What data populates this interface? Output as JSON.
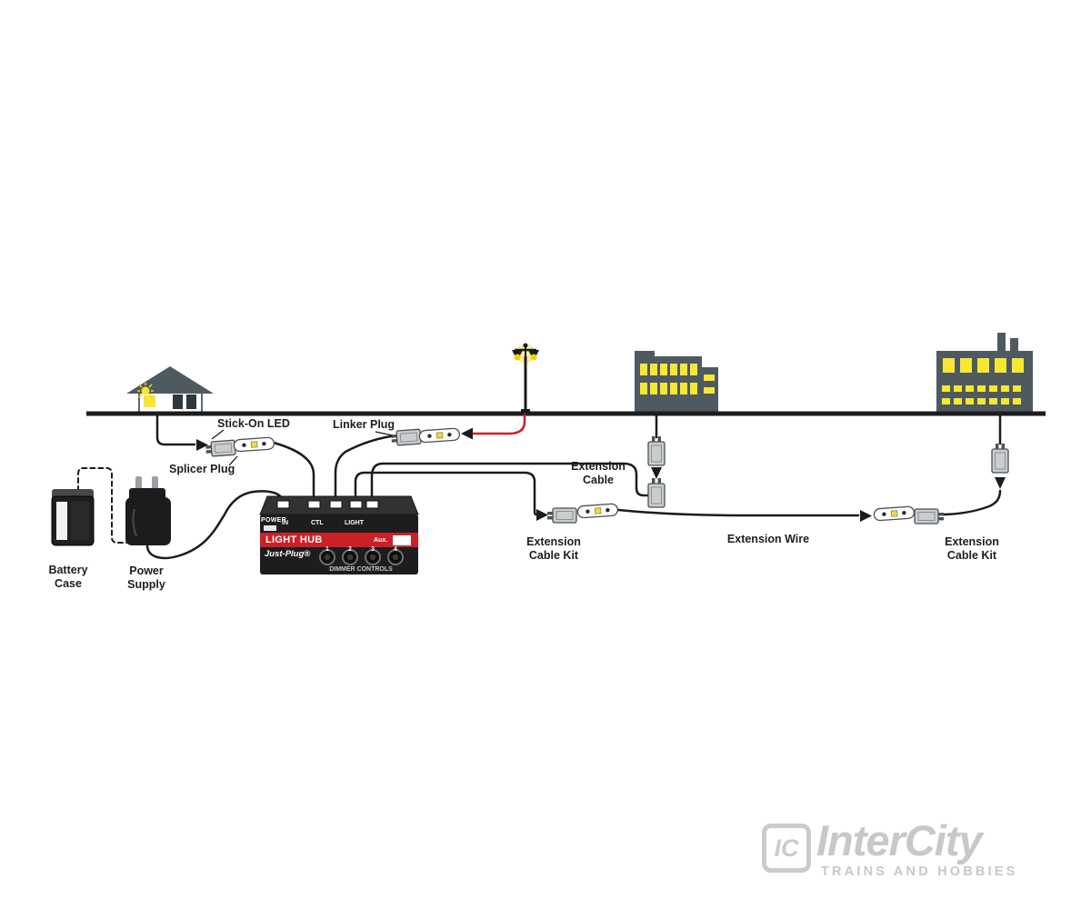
{
  "diagram": {
    "labels": {
      "stick_on_led": "Stick-On LED",
      "linker_plug": "Linker Plug",
      "splicer_plug": "Splicer Plug",
      "extension_cable": "Extension Cable",
      "extension_cable_kit_left": "Extension Cable Kit",
      "extension_wire": "Extension Wire",
      "extension_cable_kit_right": "Extension Cable Kit",
      "battery_case": "Battery Case",
      "power_supply": "Power Supply"
    },
    "light_hub": {
      "power_label": "POWER",
      "in_label": "IN",
      "ctl_label": "CTL",
      "light_label": "LIGHT",
      "name": "LIGHT HUB",
      "aux_label": "Aux.",
      "brand": "Just-Plug®",
      "dimmer_label": "DIMMER CONTROLS",
      "knobs": [
        "1",
        "2",
        "3",
        "4"
      ]
    },
    "colors": {
      "wire_black": "#1c1c1e",
      "accent_red": "#cc2027",
      "building_gray": "#4e5a60",
      "window_yellow": "#f7e733",
      "connector_gray": "#c9cdce",
      "watermark_gray": "#c8c8ca"
    }
  },
  "watermark": {
    "logo_text": "IC",
    "brand": "InterCity",
    "tagline": "TRAINS AND HOBBIES"
  }
}
